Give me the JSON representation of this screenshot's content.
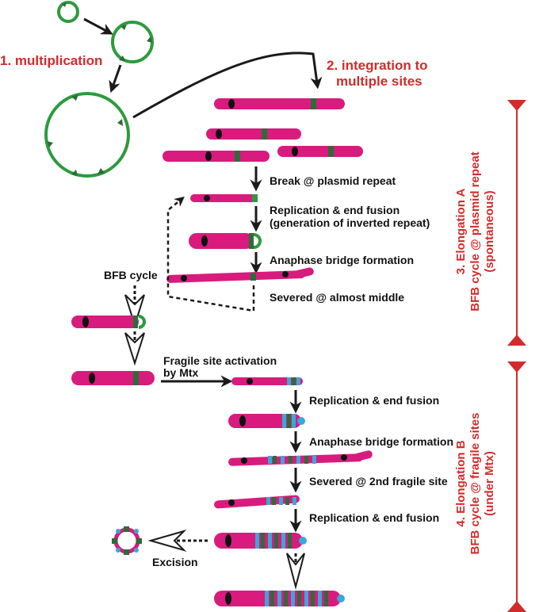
{
  "steps": {
    "multiplication": "1. multiplication",
    "integration_line1": "2. integration to",
    "integration_line2": "multiple sites"
  },
  "labels": {
    "break": "Break @ plasmid repeat",
    "rep_fusion_1": "Replication & end fusion",
    "inverted_repeat": "(generation of inverted repeat)",
    "bridge_1": "Anaphase bridge formation",
    "severed_middle": "Severed @ almost middle",
    "bfb_cycle": "BFB cycle",
    "fragile_line1": "Fragile site activation",
    "fragile_line2": "by Mtx",
    "rep_fusion_2": "Replication & end fusion",
    "bridge_2": "Anaphase bridge formation",
    "severed_2nd": "Severed @ 2nd fragile site",
    "rep_fusion_3": "Replication & end fusion",
    "excision": "Excision"
  },
  "phases": {
    "a_line1": "3. Elongation A",
    "a_line2": "BFB cycle @ plasmid repeat",
    "a_line3": "(spontaneous)",
    "b_line1": "4. Elongation B",
    "b_line2": "BFB cycle @ fragile sites",
    "b_line3": "(under Mtx)"
  },
  "colors": {
    "chromosome": "#d81b7d",
    "plasmid": "#2e9a3e",
    "plasmid_dark": "#2e6b3a",
    "fragile": "#3aa8d8",
    "arrow": "#1a1a1a",
    "title_red": "#d32b2b"
  }
}
